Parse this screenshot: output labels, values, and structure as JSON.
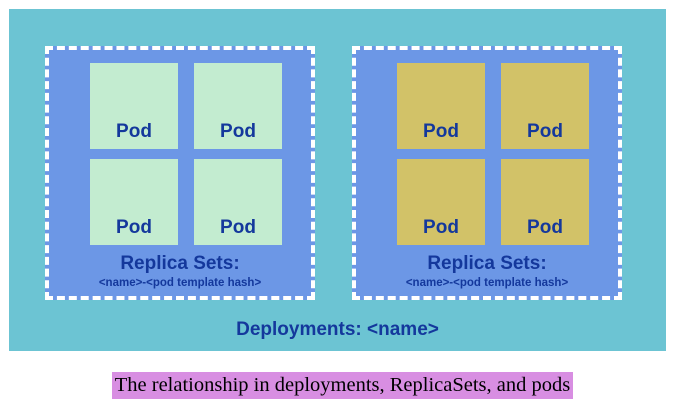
{
  "deployment": {
    "label": "Deployments: <name>"
  },
  "replica_sets": [
    {
      "title": "Replica Sets:",
      "subtitle": "<name>-<pod template hash>",
      "pods": [
        "Pod",
        "Pod",
        "Pod",
        "Pod"
      ]
    },
    {
      "title": "Replica Sets:",
      "subtitle": "<name>-<pod template hash>",
      "pods": [
        "Pod",
        "Pod",
        "Pod",
        "Pod"
      ]
    }
  ],
  "caption": "The relationship in deployments, ReplicaSets, and pods",
  "colors": {
    "deployment_bg": "#6cc4d3",
    "replica_set_bg": "#6c97e6",
    "pod_left": "#c3ecd0",
    "pod_right": "#d2c268",
    "text": "#14389c",
    "caption_highlight": "#d88ee2"
  }
}
